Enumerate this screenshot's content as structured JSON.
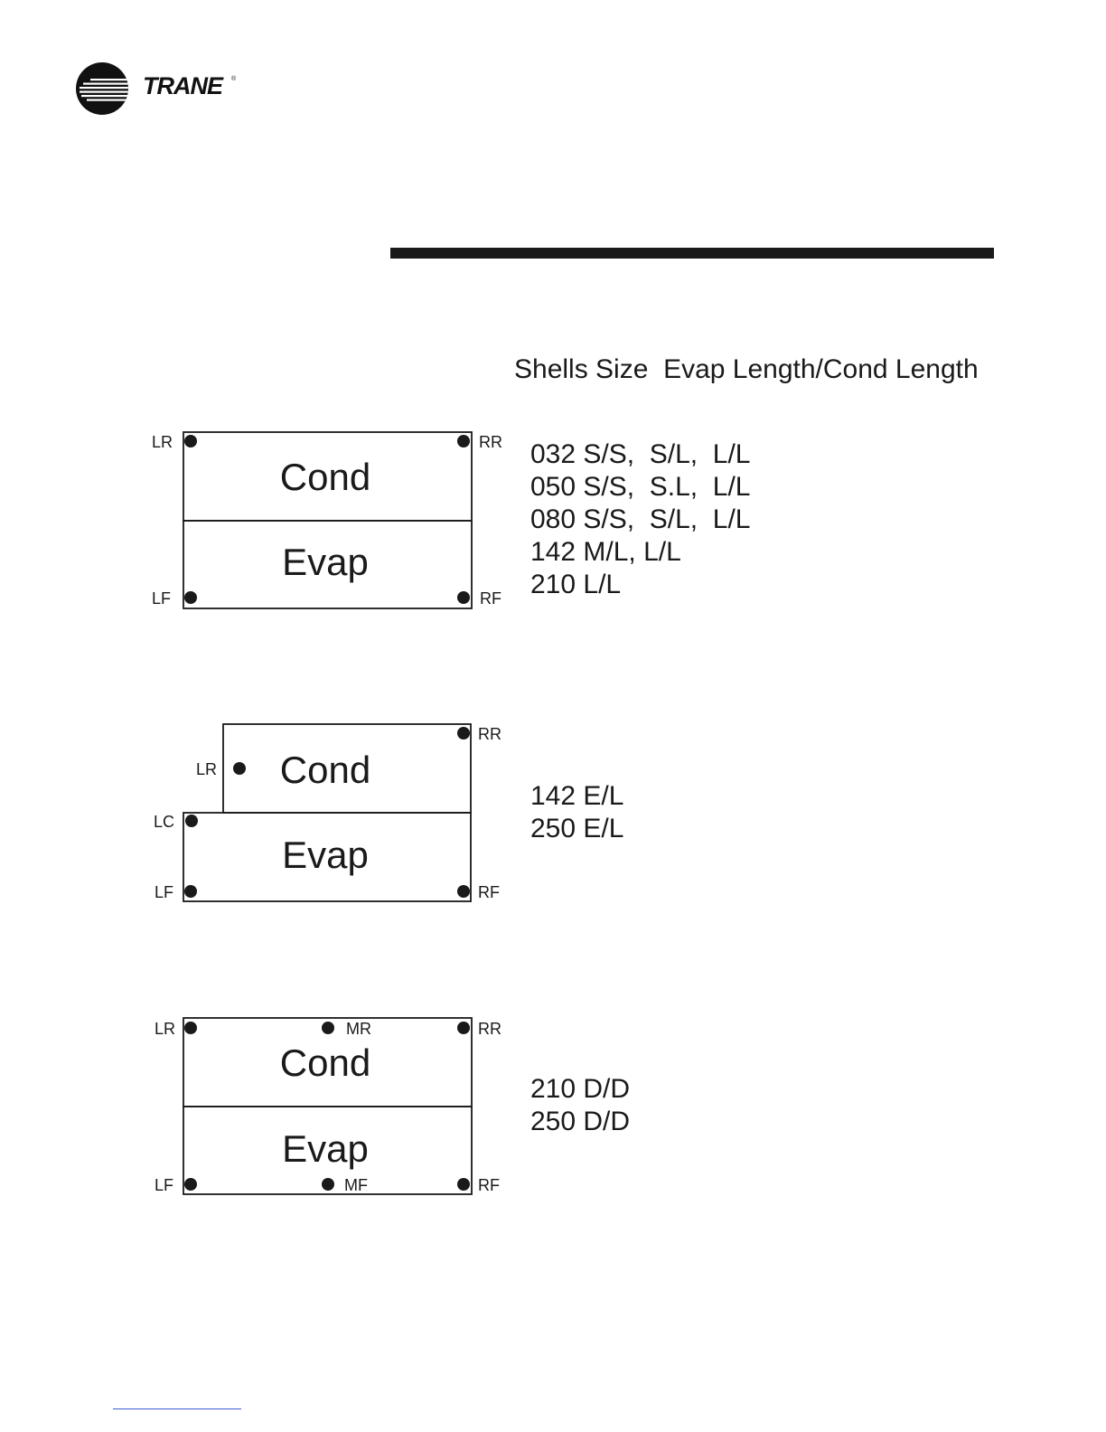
{
  "brand": {
    "name": "TRANE",
    "registered_mark": "®"
  },
  "header": {
    "label": "Shells Size  Evap Length/Cond Length"
  },
  "diagrams": [
    {
      "top_label": "Cond",
      "bottom_label": "Evap",
      "points": {
        "lr": "LR",
        "rr": "RR",
        "lf": "LF",
        "rf": "RF"
      },
      "specs": [
        "032 S/S,  S/L,  L/L",
        "050 S/S,  S.L,  L/L",
        "080 S/S,  S/L,  L/L",
        "142 M/L, L/L",
        "210 L/L"
      ]
    },
    {
      "top_label": "Cond",
      "bottom_label": "Evap",
      "points": {
        "rr": "RR",
        "lr": "LR",
        "lc": "LC",
        "lf": "LF",
        "rf": "RF"
      },
      "specs": [
        "142 E/L",
        "250 E/L"
      ]
    },
    {
      "top_label": "Cond",
      "bottom_label": "Evap",
      "points": {
        "lr": "LR",
        "mr": "MR",
        "rr": "RR",
        "lf": "LF",
        "mf": "MF",
        "rf": "RF"
      },
      "specs": [
        "210 D/D",
        "250 D/D"
      ]
    }
  ]
}
